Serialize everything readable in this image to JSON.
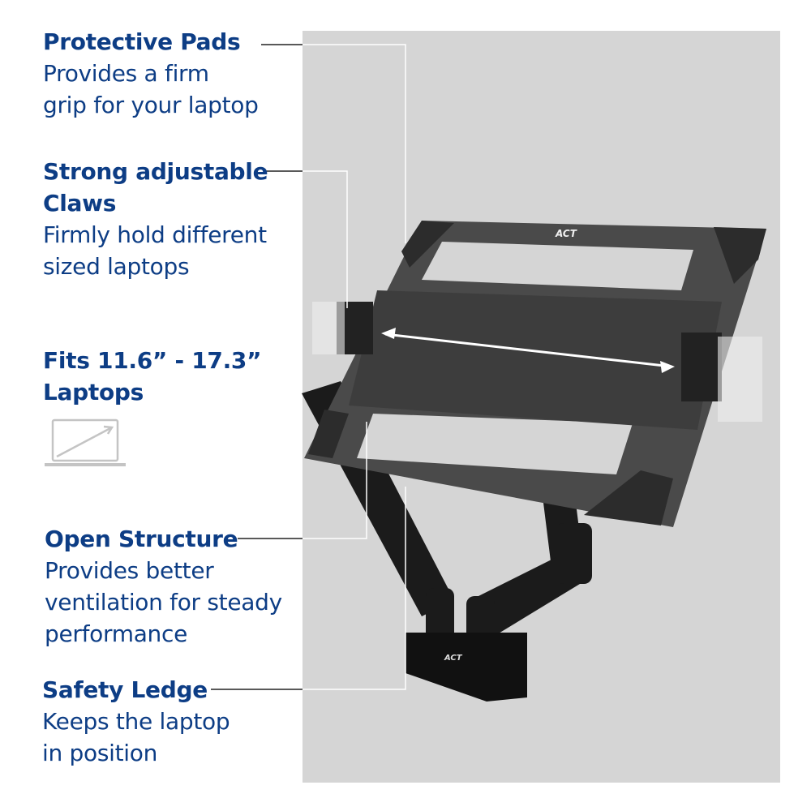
{
  "features": [
    {
      "title": "Protective Pads",
      "desc": [
        "Provides a firm",
        "grip for your laptop"
      ]
    },
    {
      "title": "Strong adjustable",
      "title2": "Claws",
      "desc": [
        "Firmly hold different",
        "sized laptops"
      ]
    },
    {
      "title": "Fits 11.6” - 17.3”",
      "title2": "Laptops",
      "icon": "laptop-size-icon"
    },
    {
      "title": "Open Structure",
      "desc": [
        "Provides better",
        "ventilation for steady",
        "performance"
      ]
    },
    {
      "title": "Safety Ledge",
      "desc": [
        "Keeps the laptop",
        "in position"
      ]
    }
  ],
  "brand": "ACT",
  "colors": {
    "text": "#0d3d85",
    "panel": "#d5d5d5",
    "icon": "#c4c4c4"
  }
}
